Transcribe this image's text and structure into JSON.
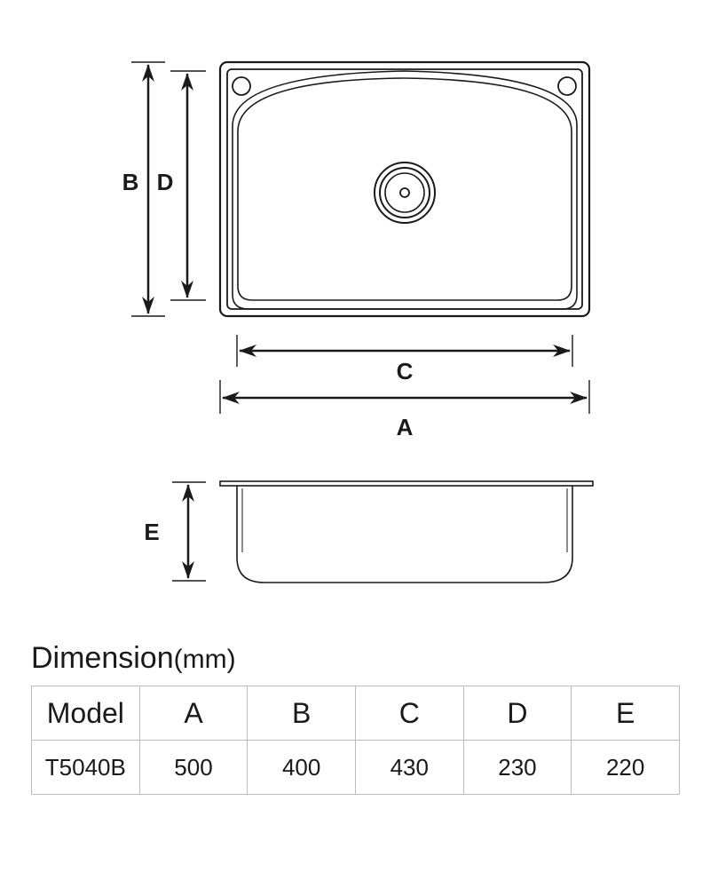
{
  "diagram": {
    "labels": {
      "A": "A",
      "B": "B",
      "C": "C",
      "D": "D",
      "E": "E"
    },
    "stroke_color": "#1a1a1a"
  },
  "dimension": {
    "title": "Dimension",
    "unit": "(mm)"
  },
  "table": {
    "headers": [
      "Model",
      "A",
      "B",
      "C",
      "D",
      "E"
    ],
    "rows": [
      [
        "T5040B",
        "500",
        "400",
        "430",
        "230",
        "220"
      ]
    ]
  }
}
